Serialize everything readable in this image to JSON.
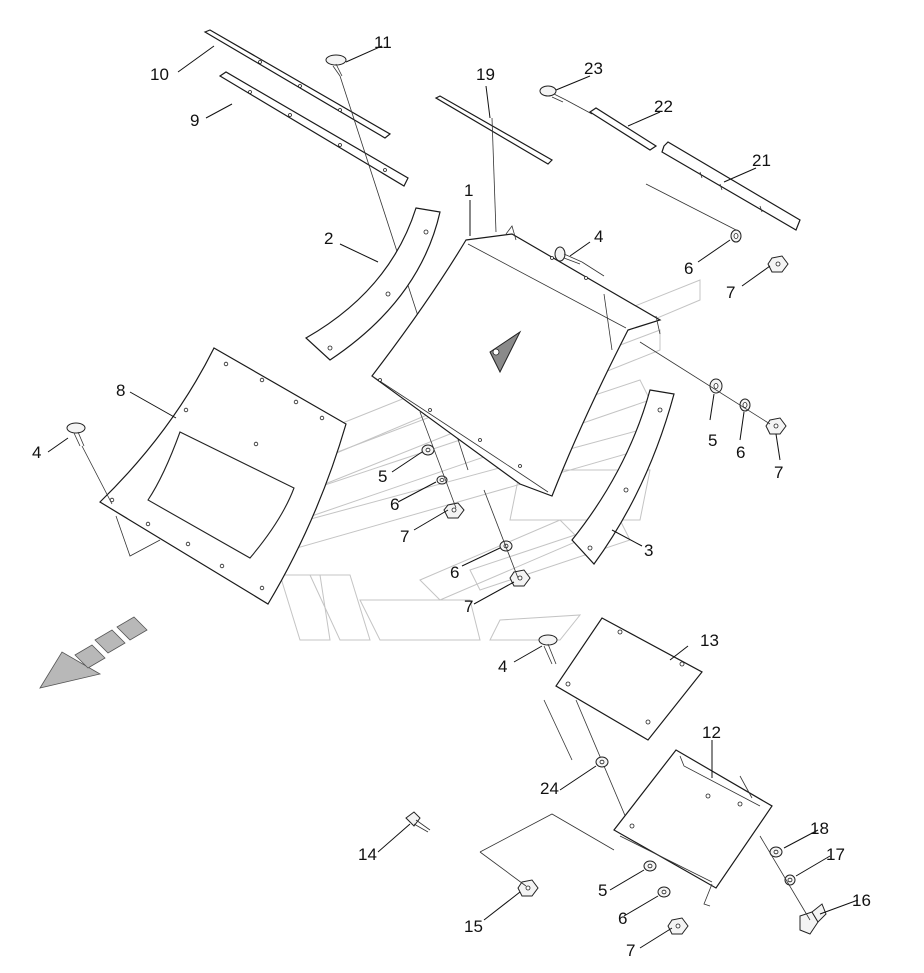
{
  "callouts": [
    {
      "id": "c1",
      "text": "1"
    },
    {
      "id": "c2",
      "text": "2"
    },
    {
      "id": "c3",
      "text": "3"
    },
    {
      "id": "c4a",
      "text": "4"
    },
    {
      "id": "c4b",
      "text": "4"
    },
    {
      "id": "c4c",
      "text": "4"
    },
    {
      "id": "c5a",
      "text": "5"
    },
    {
      "id": "c5b",
      "text": "5"
    },
    {
      "id": "c5c",
      "text": "5"
    },
    {
      "id": "c6a",
      "text": "6"
    },
    {
      "id": "c6b",
      "text": "6"
    },
    {
      "id": "c6c",
      "text": "6"
    },
    {
      "id": "c6d",
      "text": "6"
    },
    {
      "id": "c6e",
      "text": "6"
    },
    {
      "id": "c7a",
      "text": "7"
    },
    {
      "id": "c7b",
      "text": "7"
    },
    {
      "id": "c7c",
      "text": "7"
    },
    {
      "id": "c7d",
      "text": "7"
    },
    {
      "id": "c7e",
      "text": "7"
    },
    {
      "id": "c8",
      "text": "8"
    },
    {
      "id": "c9",
      "text": "9"
    },
    {
      "id": "c10",
      "text": "10"
    },
    {
      "id": "c11",
      "text": "11"
    },
    {
      "id": "c12",
      "text": "12"
    },
    {
      "id": "c13",
      "text": "13"
    },
    {
      "id": "c14",
      "text": "14"
    },
    {
      "id": "c15",
      "text": "15"
    },
    {
      "id": "c16",
      "text": "16"
    },
    {
      "id": "c17",
      "text": "17"
    },
    {
      "id": "c18",
      "text": "18"
    },
    {
      "id": "c19",
      "text": "19"
    },
    {
      "id": "c21",
      "text": "21"
    },
    {
      "id": "c22",
      "text": "22"
    },
    {
      "id": "c23",
      "text": "23"
    },
    {
      "id": "c24",
      "text": "24"
    }
  ]
}
